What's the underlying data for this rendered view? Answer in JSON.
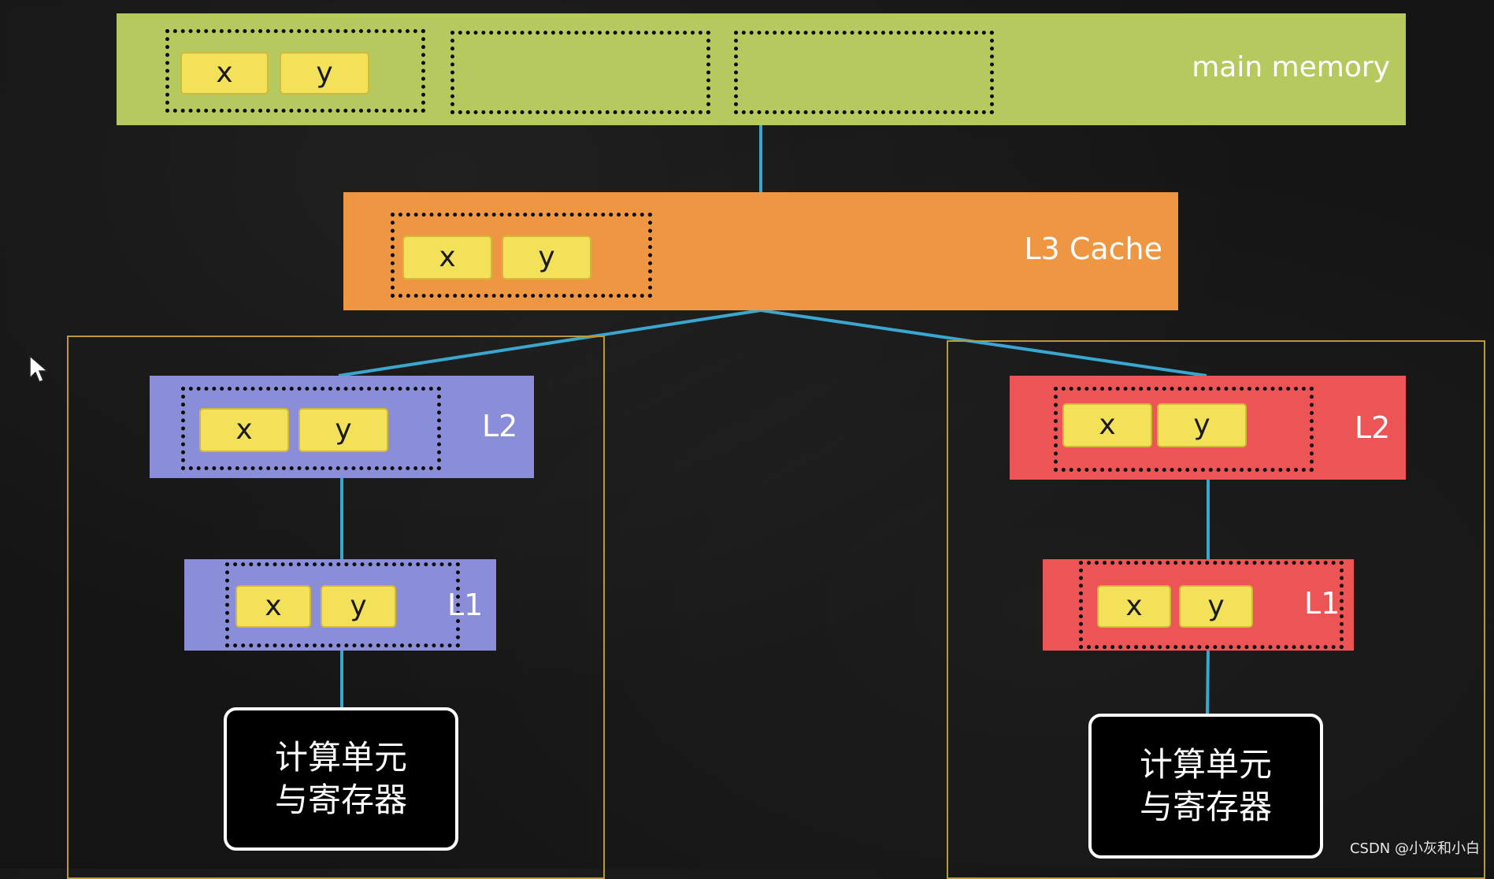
{
  "main_memory": {
    "label": "main memory",
    "line": {
      "x": "x",
      "y": "y"
    }
  },
  "l3": {
    "label": "L3 Cache",
    "line": {
      "x": "x",
      "y": "y"
    }
  },
  "left_core": {
    "l2": {
      "label": "L2",
      "line": {
        "x": "x",
        "y": "y"
      }
    },
    "l1": {
      "label": "L1",
      "line": {
        "x": "x",
        "y": "y"
      }
    },
    "unit": {
      "line1": "计算单元",
      "line2": "与寄存器"
    }
  },
  "right_core": {
    "l2": {
      "label": "L2",
      "line": {
        "x": "x",
        "y": "y"
      }
    },
    "l1": {
      "label": "L1",
      "line": {
        "x": "x",
        "y": "y"
      }
    },
    "unit": {
      "line1": "计算单元",
      "line2": "与寄存器"
    }
  },
  "watermark": "CSDN @小灰和小白",
  "colors": {
    "main_memory": "#b6c95e",
    "l3_cache": "#ee9641",
    "left_core": "#8a8ed8",
    "right_core": "#ec5455",
    "cache_line_value": "#f4e15a",
    "connector": "#3aa7d0",
    "core_frame": "#b99a3a"
  },
  "icons": {
    "pointer": "mouse-pointer-icon"
  }
}
